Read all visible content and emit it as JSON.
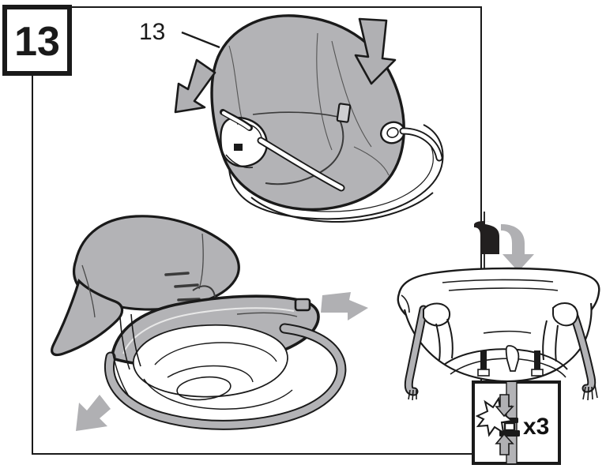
{
  "step": {
    "number": "13",
    "box_border_color": "#1a1a1a"
  },
  "callouts": [
    {
      "label": "13",
      "name": "part-callout-seat-pad"
    }
  ],
  "inset": {
    "repeat_label": "x3",
    "name": "snap-fastener-detail"
  },
  "panel": {
    "border_color": "#1a1a1a",
    "background": "#ffffff"
  },
  "colors": {
    "fabric_gray": "#b3b3b6",
    "arrow_gray": "#b0b0b3",
    "outline_black": "#1a1a1a",
    "strap_black": "#221f1f",
    "shell_white": "#ffffff"
  },
  "figures": [
    {
      "name": "figure-seat-assembled",
      "description": "baby bouncer seat with gray fabric pad on white tube frame",
      "arrows": [
        {
          "name": "arrow-push-left",
          "direction": "down-right"
        },
        {
          "name": "arrow-push-right",
          "direction": "down-left"
        }
      ]
    },
    {
      "name": "figure-cover-removal",
      "description": "fabric cover rolled back off the seat frame",
      "arrows": [
        {
          "name": "arrow-pull-right",
          "direction": "right"
        },
        {
          "name": "arrow-pull-down-left",
          "direction": "down-left"
        }
      ]
    },
    {
      "name": "figure-seat-underside",
      "description": "underside of seat shell with hanging straps and three snaps",
      "arrows": [
        {
          "name": "arrow-fold-strap",
          "direction": "down-curved"
        }
      ]
    }
  ]
}
